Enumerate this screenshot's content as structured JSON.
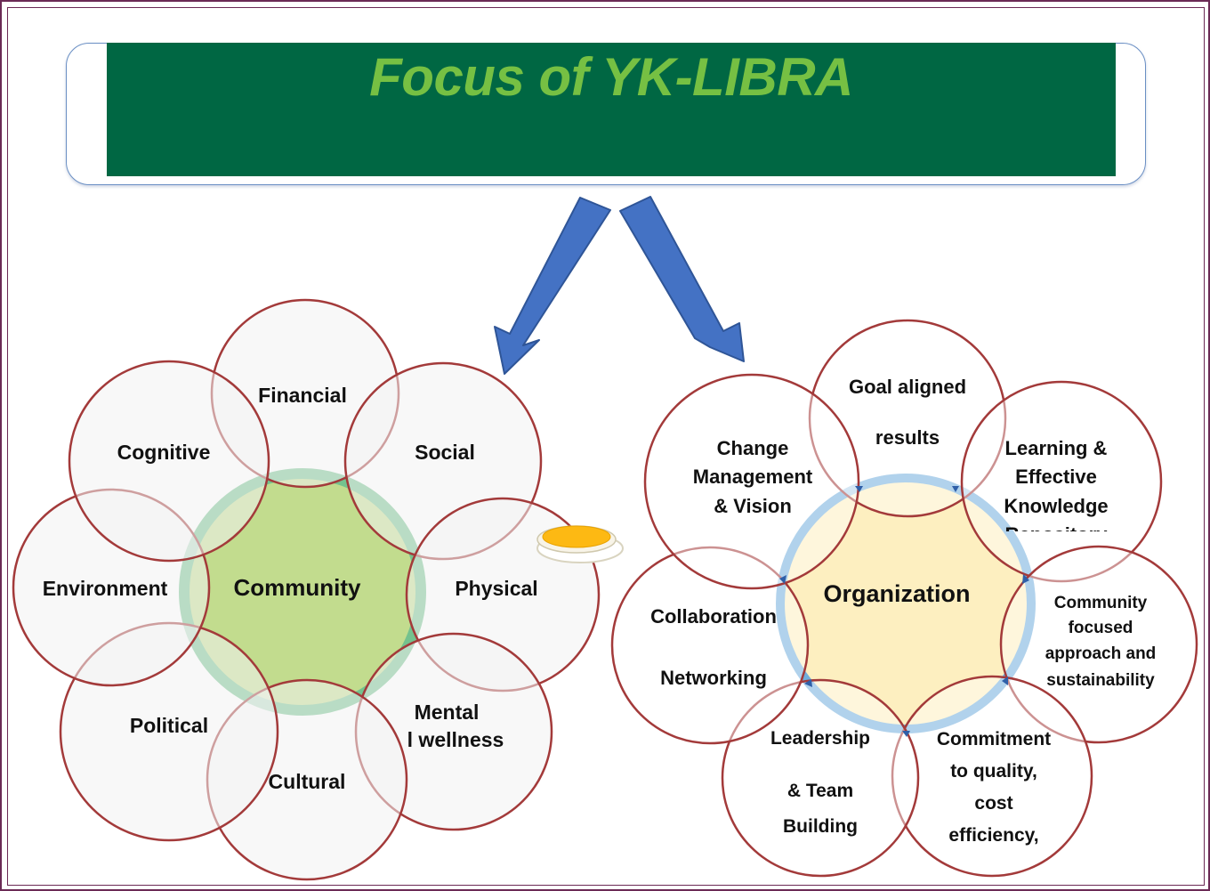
{
  "title": "Focus of YK-LIBRA",
  "community": {
    "center": "Community",
    "petals": {
      "financial": "Financial",
      "social": "Social",
      "physical": "Physical",
      "mental": [
        "Mental",
        "l wellness"
      ],
      "cultural": "Cultural",
      "political": "Political",
      "environment": "Environment",
      "cognitive": "Cognitive"
    }
  },
  "organization": {
    "center": "Organization",
    "petals": {
      "goal": [
        "Goal aligned",
        "results"
      ],
      "learning": [
        "Learning &",
        "Effective",
        "Knowledge",
        "Repository"
      ],
      "community_focused": [
        "Community",
        "focused",
        "approach and",
        "sustainability"
      ],
      "commitment": [
        "Commitment",
        "to quality,",
        "cost",
        "efficiency,"
      ],
      "leadership": [
        "Leadership",
        "& Team",
        "Building"
      ],
      "collaboration": [
        "Collaboration",
        "Networking"
      ],
      "change": [
        "Change",
        "Management",
        "& Vision"
      ]
    }
  },
  "colors": {
    "title_band": "#006743",
    "title_text": "#76c043",
    "arrow": "#4472c4",
    "petal_stroke": "#a33a3a",
    "community_fill": "#c2dc8e",
    "community_ring": "#74c28e",
    "organization_fill": "#fdefc0",
    "organization_ring": "#71aedc"
  }
}
